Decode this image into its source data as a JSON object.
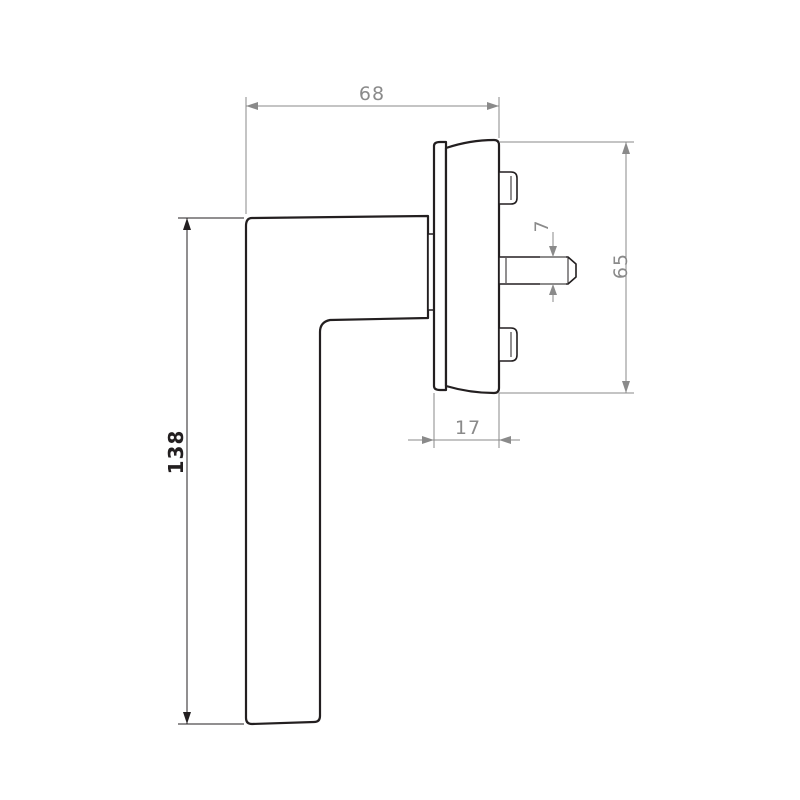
{
  "dimensions": {
    "overall_width": "68",
    "rose_height": "65",
    "spindle_size": "7",
    "rose_depth": "17",
    "handle_length": "138"
  }
}
